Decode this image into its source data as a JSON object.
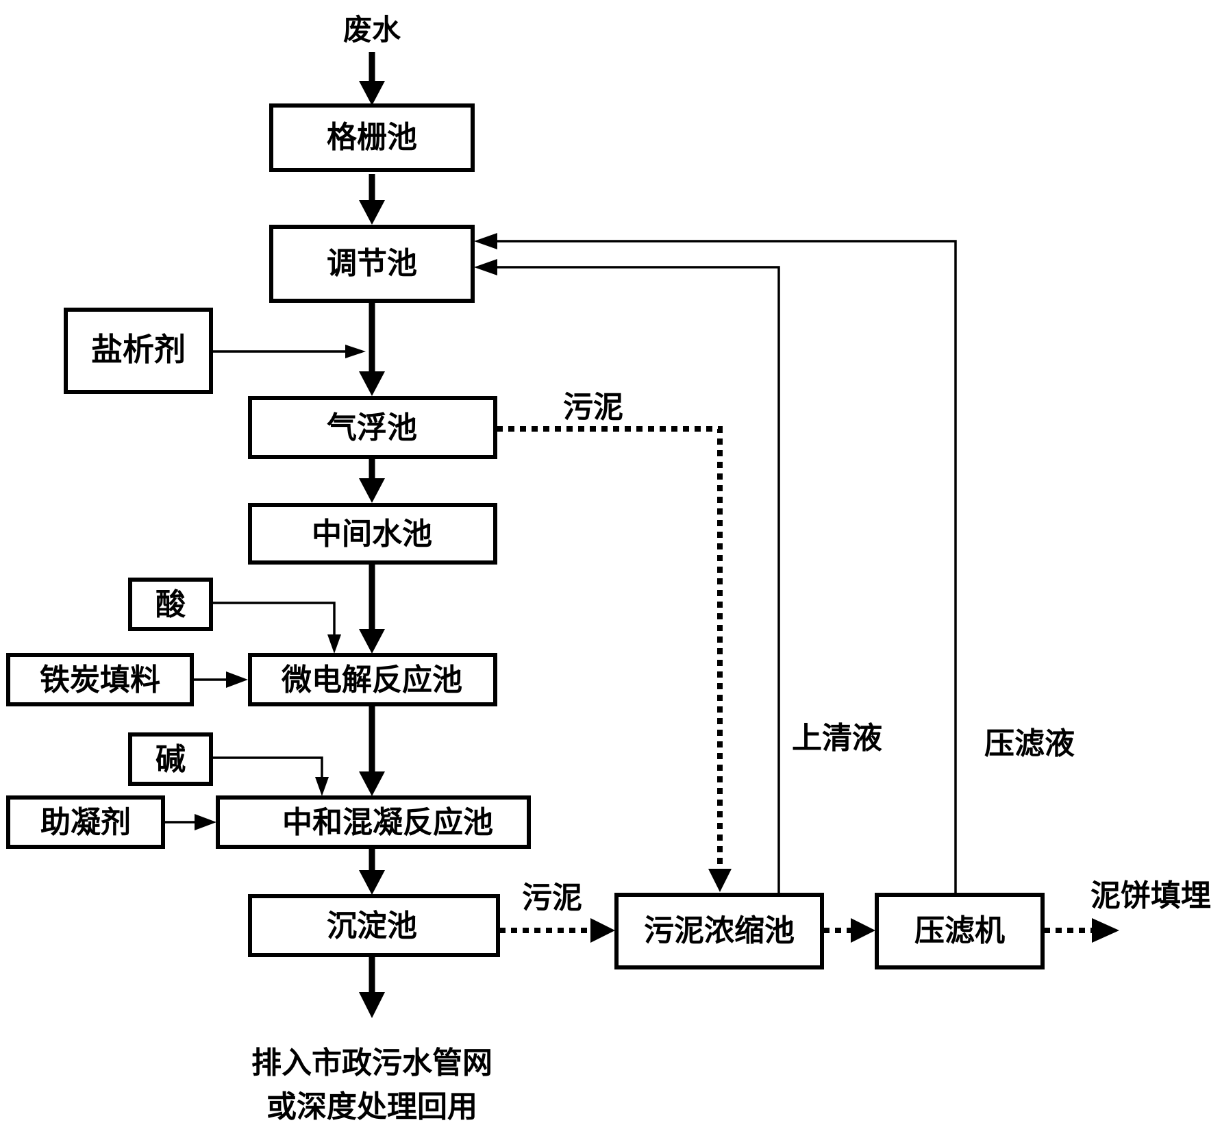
{
  "input": {
    "label": "废水"
  },
  "main_units": {
    "grille": "格栅池",
    "equalization": "调节池",
    "flotation": "气浮池",
    "intermediate": "中间水池",
    "micro_electrolysis": "微电解反应池",
    "neutralization": "中和混凝反应池",
    "sedimentation": "沉淀池"
  },
  "reagents": {
    "salting_agent": "盐析剂",
    "acid": "酸",
    "iron_carbon": "铁炭填料",
    "alkali": "碱",
    "coagulant_aid": "助凝剂"
  },
  "sludge_units": {
    "thickener": "污泥浓缩池",
    "filter_press": "压滤机"
  },
  "flow_labels": {
    "sludge_from_flotation": "污泥",
    "sludge_from_sedimentation": "污泥",
    "supernatant": "上清液",
    "filtrate": "压滤液",
    "cake_disposal": "泥饼填埋"
  },
  "output": {
    "line1": "排入市政污水管网",
    "line2": "或深度处理回用"
  }
}
